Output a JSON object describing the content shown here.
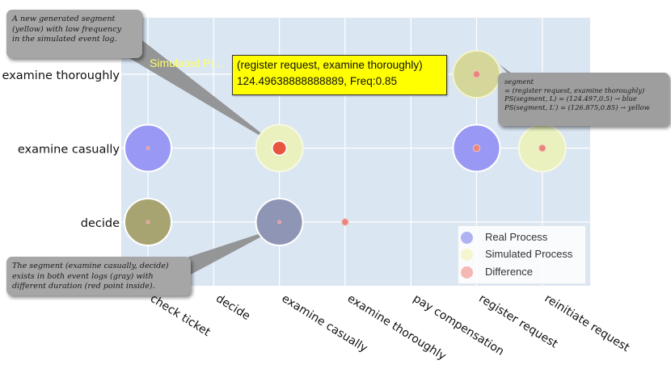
{
  "colors": {
    "plot_background": "#dbe6f3",
    "real": "#9999f5",
    "simulated": "#eaf1bf",
    "both": "#8f96b5",
    "difference": "#f4a9a3",
    "callout": "#a6a6a6",
    "tooltip": "#ffff00"
  },
  "callouts": {
    "top": [
      "A new generated segment",
      "(yellow) with low frequency",
      "in the simulated event log."
    ],
    "bottom": [
      "The segment (examine casually, decide)",
      "exists in both event logs (gray) with",
      "different duration (red point inside)."
    ],
    "right": [
      "segment",
      "= (register request, examine thoroughly)",
      "PS(segment, L) = (124.497,0.5) → blue",
      "PS(segment, L′) = (126.875,0.85) → yellow"
    ]
  },
  "tooltip": {
    "line1": "(register request, examine thoroughly)",
    "line2": "124.49638888888889, Freq:0.85"
  },
  "ghost_label": "Simulated Pr...",
  "chart_data": {
    "type": "scatter",
    "title": "",
    "xlabel": "",
    "ylabel": "",
    "x_categories": [
      "check ticket",
      "decide",
      "examine casually",
      "examine thoroughly",
      "pay compensation",
      "register request",
      "reinitiate request"
    ],
    "y_categories": [
      "decide",
      "examine casually",
      "examine thoroughly"
    ],
    "grid": true,
    "legend_position": "bottom-right",
    "legend": [
      "Real Process",
      "Simulated Process",
      "Difference"
    ],
    "points": [
      {
        "x": "check ticket",
        "y": "examine casually",
        "kind": "real",
        "diff": "small"
      },
      {
        "x": "check ticket",
        "y": "decide",
        "kind": "both",
        "diff": "small"
      },
      {
        "x": "examine casually",
        "y": "examine casually",
        "kind": "simulated",
        "diff": "large"
      },
      {
        "x": "examine casually",
        "y": "decide",
        "kind": "both",
        "diff": "small"
      },
      {
        "x": "examine thoroughly",
        "y": "decide",
        "kind": "difference_only",
        "diff": "medium"
      },
      {
        "x": "register request",
        "y": "examine thoroughly",
        "kind": "both_yellow",
        "diff": "medium"
      },
      {
        "x": "register request",
        "y": "examine casually",
        "kind": "real",
        "diff": "medium"
      },
      {
        "x": "reinitiate request",
        "y": "examine casually",
        "kind": "simulated",
        "diff": "medium"
      }
    ]
  }
}
